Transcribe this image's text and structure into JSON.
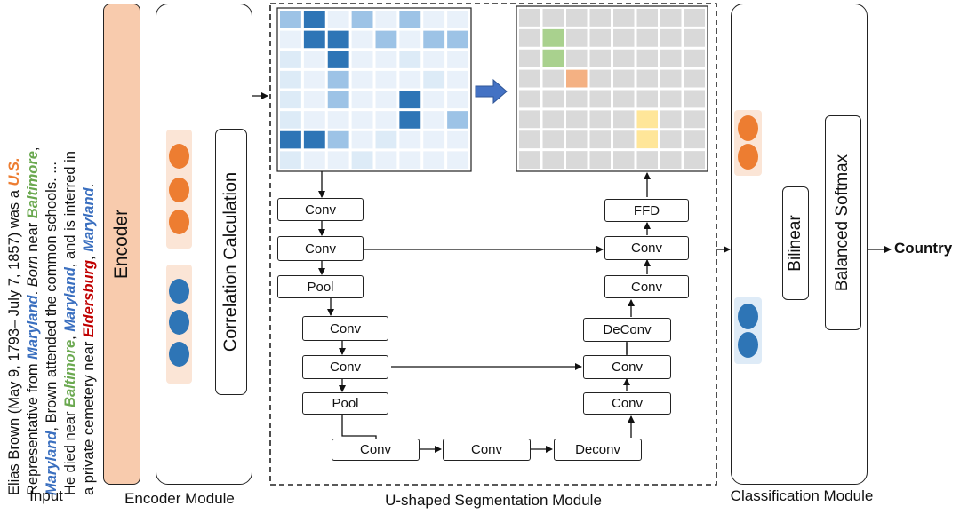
{
  "input": {
    "lines": [
      [
        "Elias Brown (May 9, 1793– July 7, 1857) was a ",
        {
          "t": "U.S.",
          "c": "orange"
        }
      ],
      [
        "Representative from ",
        {
          "t": "Maryland",
          "c": "blue"
        },
        ". ",
        {
          "t": "Born",
          "c": "italic"
        },
        " near ",
        {
          "t": "Baltimore",
          "c": "green"
        },
        ","
      ],
      [
        {
          "t": "Maryland",
          "c": "blue"
        },
        ", Brown attended the common schools. ..."
      ],
      [
        "He died near ",
        {
          "t": "Baltimore",
          "c": "green"
        },
        ", ",
        {
          "t": "Maryland",
          "c": "blue"
        },
        ", and is interred in"
      ],
      [
        "a private cemetery near ",
        {
          "t": "Eldersburg",
          "c": "red"
        },
        ", ",
        {
          "t": "Maryland",
          "c": "blue"
        },
        "."
      ]
    ],
    "label": "Input"
  },
  "encoder": {
    "title": "Encoder"
  },
  "encoder_module": {
    "correlation": "Correlation Calculation",
    "label": "Encoder Module"
  },
  "segmentation": {
    "label": "U-shaped  Segmentation Module",
    "left": [
      "Conv",
      "Conv",
      "Pool",
      "Conv",
      "Conv",
      "Pool",
      "Conv"
    ],
    "bottom": [
      "Conv",
      "Deconv"
    ],
    "right": [
      "Conv",
      "Conv",
      "DeConv",
      "Conv",
      "Conv",
      "FFD"
    ]
  },
  "classification": {
    "bilinear": "Bilinear",
    "softmax": "Balanced  Softmax",
    "label": "Classification Module",
    "output": "Country"
  },
  "colors": {
    "orange": "#ed7d31",
    "blue": "#3a6fbf",
    "green": "#6aa84f",
    "red": "#c00000",
    "heat_dark": "#2e75b6",
    "heat_mid": "#9dc3e6",
    "heat_light": "#ddebf7",
    "out_green": "#a9d18e",
    "out_orange": "#f4b183",
    "out_yellow": "#ffe699",
    "encoder_fill": "#f8cbad"
  }
}
